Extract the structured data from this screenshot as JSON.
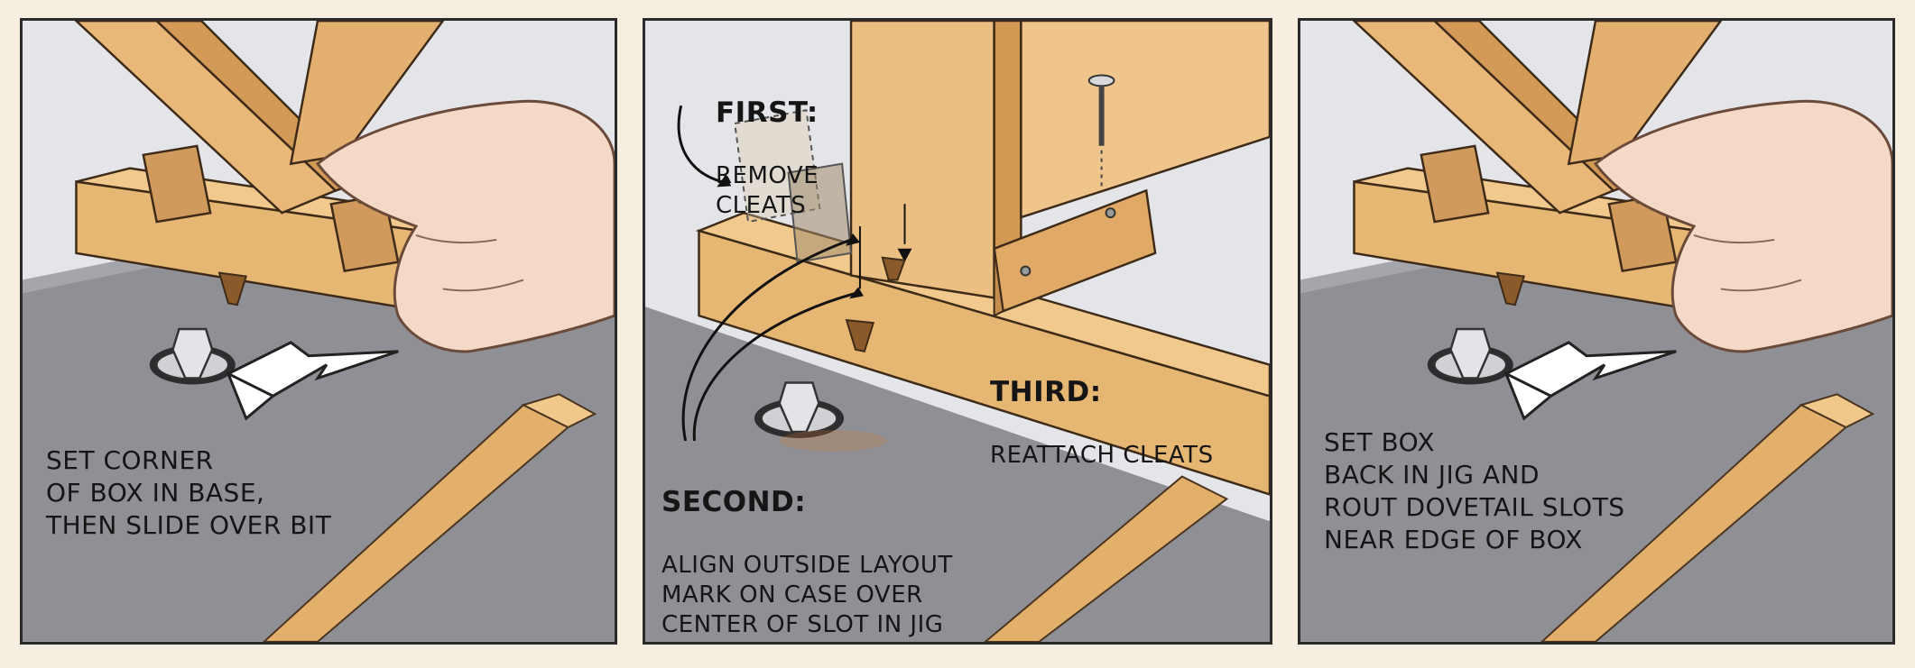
{
  "panels": [
    {
      "caption": "SET CORNER\nOF BOX IN BASE,\nTHEN SLIDE OVER BIT"
    },
    {
      "first_heading": "FIRST:",
      "first_text": "REMOVE\nCLEATS",
      "second_heading": "SECOND:",
      "second_text": "ALIGN OUTSIDE LAYOUT\nMARK ON CASE OVER\nCENTER OF SLOT IN JIG",
      "third_heading": "THIRD:",
      "third_text": "REATTACH CLEATS"
    },
    {
      "caption": "SET BOX\nBACK IN JIG AND\nROUT DOVETAIL SLOTS\nNEAR EDGE OF BOX"
    }
  ],
  "colors": {
    "background": "#f6efe1",
    "wood": "#e8b877",
    "wood_dark": "#c98f4f",
    "table": "#8f9196",
    "skin": "#f3d9c6",
    "arrow": "#ffffff"
  }
}
